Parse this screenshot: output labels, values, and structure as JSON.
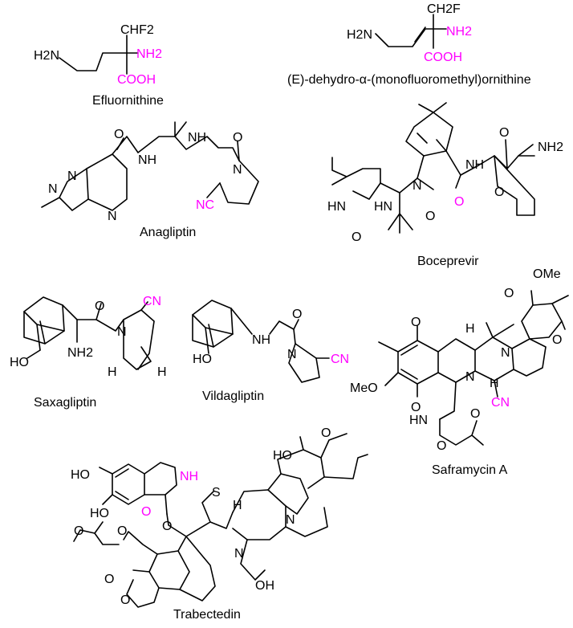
{
  "colors": {
    "highlight": "#ff00ff",
    "ink": "#000000"
  },
  "molecules": {
    "efluornithine": {
      "name": "Efluornithine",
      "labels": {
        "chf2": "CHF2",
        "h2n": "H2N",
        "nh2": "NH2",
        "cooh": "COOH"
      }
    },
    "dehydro": {
      "name": "(E)-dehydro-α-(monofluoromethyl)ornithine",
      "labels": {
        "ch2f": "CH2F",
        "h2n": "H2N",
        "nh2": "NH2",
        "cooh": "COOH"
      }
    },
    "anagliptin": {
      "name": "Anagliptin",
      "labels": {
        "o1": "O",
        "nh1": "NH",
        "nh2": "NH",
        "o2": "O",
        "n1": "N",
        "n2": "N",
        "n3": "N",
        "nc": "NC",
        "n4": "N"
      }
    },
    "boceprevir": {
      "name": "Boceprevir",
      "labels": {
        "o1": "O",
        "nh2": "NH2",
        "nh": "NH",
        "n": "N",
        "o2": "O",
        "o3": "O",
        "hn1": "HN",
        "hn2": "HN",
        "o4": "O",
        "o5": "O"
      }
    },
    "saxagliptin": {
      "name": "Saxagliptin",
      "labels": {
        "cn": "CN",
        "o": "O",
        "n": "N",
        "ho": "HO",
        "nh2": "NH2",
        "h1": "H",
        "h2": "H"
      }
    },
    "vildagliptin": {
      "name": "Vildagliptin",
      "labels": {
        "nh": "NH",
        "ho": "HO",
        "o": "O",
        "n": "N",
        "cn": "CN"
      }
    },
    "saframycin": {
      "name": "Saframycin A",
      "labels": {
        "ome1": "OMe",
        "o1": "O",
        "o2": "O",
        "o3": "O",
        "h1": "H",
        "n1": "N",
        "ome2": "MeO",
        "o4": "O",
        "n2": "N",
        "h2": "H",
        "cn": "CN",
        "hn": "HN",
        "o5": "O",
        "o6": "O"
      }
    },
    "trabectedin": {
      "name": "Trabectedin",
      "labels": {
        "ho1": "HO",
        "nh": "NH",
        "ho2": "HO",
        "o1": "O",
        "s": "S",
        "h": "H",
        "ho3": "HO",
        "o2": "O",
        "n1": "N",
        "o3": "O",
        "o4": "O",
        "o5": "O",
        "n2": "N",
        "oh": "OH",
        "o6": "O",
        "o7": "O"
      }
    }
  }
}
